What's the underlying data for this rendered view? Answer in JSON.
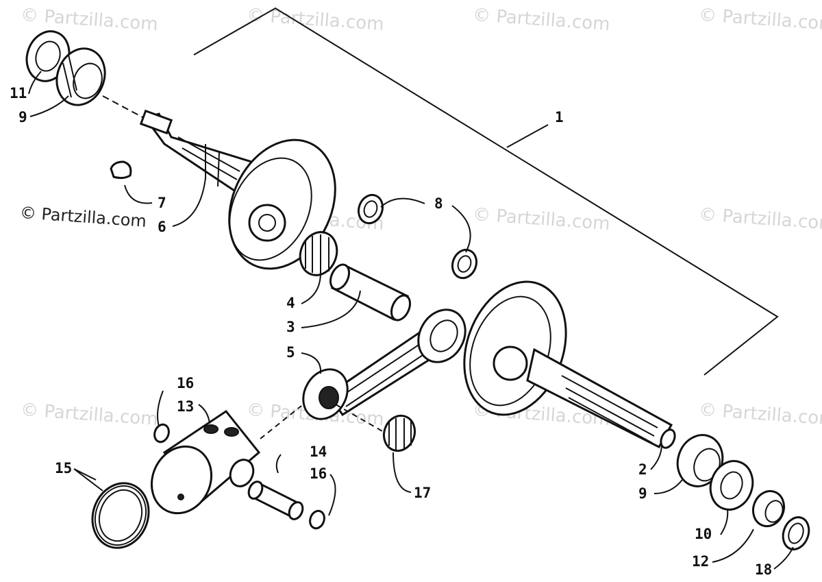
{
  "watermark": "© Partzilla.com",
  "credit": "© Partzilla.com",
  "callouts": [
    {
      "id": "11",
      "text": "11"
    },
    {
      "id": "9a",
      "text": "9"
    },
    {
      "id": "7",
      "text": "7"
    },
    {
      "id": "6",
      "text": "6"
    },
    {
      "id": "1",
      "text": "1"
    },
    {
      "id": "8",
      "text": "8"
    },
    {
      "id": "4",
      "text": "4"
    },
    {
      "id": "3",
      "text": "3"
    },
    {
      "id": "5",
      "text": "5"
    },
    {
      "id": "16a",
      "text": "16"
    },
    {
      "id": "13",
      "text": "13"
    },
    {
      "id": "15",
      "text": "15"
    },
    {
      "id": "14",
      "text": "14"
    },
    {
      "id": "16b",
      "text": "16"
    },
    {
      "id": "17",
      "text": "17"
    },
    {
      "id": "2",
      "text": "2"
    },
    {
      "id": "9b",
      "text": "9"
    },
    {
      "id": "10",
      "text": "10"
    },
    {
      "id": "12",
      "text": "12"
    },
    {
      "id": "18",
      "text": "18"
    }
  ]
}
